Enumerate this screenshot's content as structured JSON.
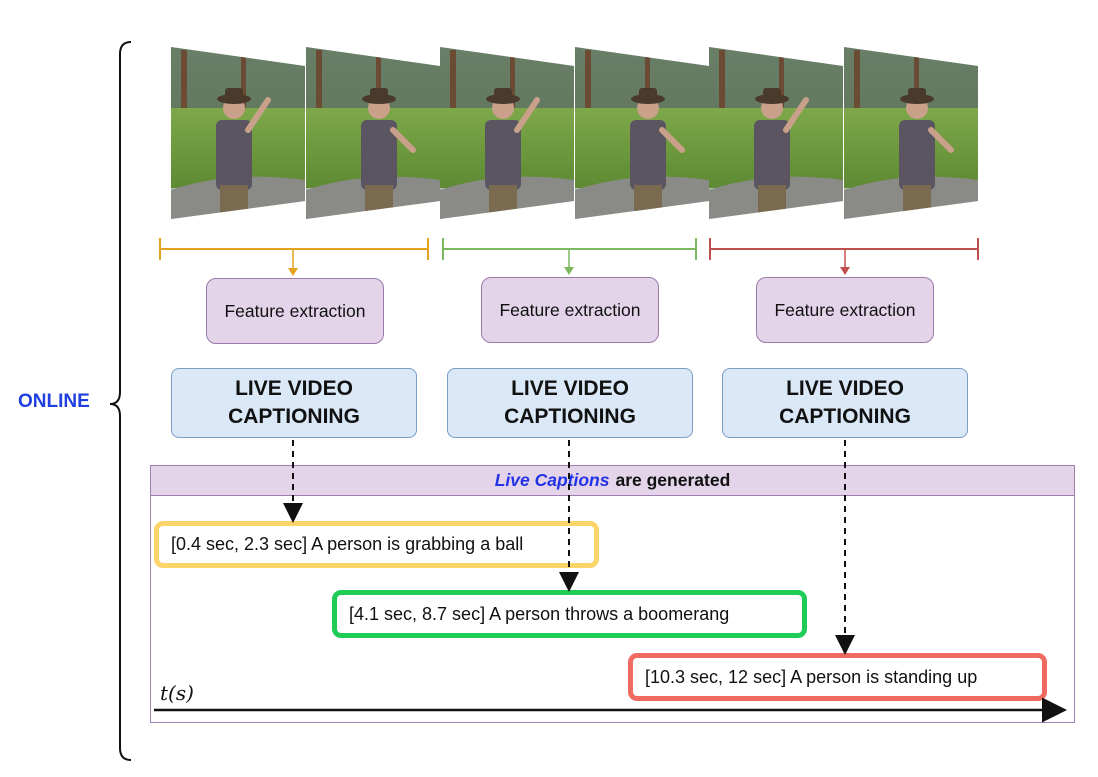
{
  "side_label": "ONLINE",
  "segments": [
    {
      "color": "#e2a41c",
      "feature_label": "Feature extraction",
      "captioning_label": [
        "LIVE VIDEO",
        "CAPTIONING"
      ]
    },
    {
      "color": "#7cb860",
      "feature_label": "Feature extraction",
      "captioning_label": [
        "LIVE VIDEO",
        "CAPTIONING"
      ]
    },
    {
      "color": "#c0504d",
      "feature_label": "Feature extraction",
      "captioning_label": [
        "LIVE VIDEO",
        "CAPTIONING"
      ]
    }
  ],
  "captions_header": {
    "highlight": "Live Captions",
    "rest": "are generated"
  },
  "captions": [
    {
      "text": "[0.4 sec, 2.3 sec] A person is grabbing a ball",
      "border_color": "#fbd46a"
    },
    {
      "text": "[4.1 sec, 8.7 sec] A person throws a boomerang",
      "border_color": "#1fcc55"
    },
    {
      "text": "[10.3 sec, 12 sec] A person is standing up",
      "border_color": "#f06a62"
    }
  ],
  "time_axis_label": "t(s)",
  "frames_description_icon": "video-frame-thumbnail"
}
